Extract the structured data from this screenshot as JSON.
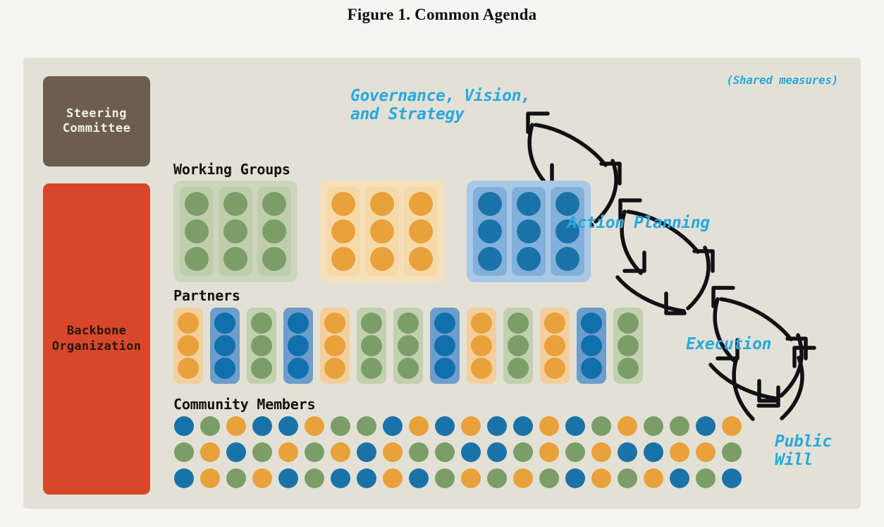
{
  "figure": {
    "title": "Figure 1. Common Agenda"
  },
  "panel": {
    "background": "#e3e1d6",
    "shared_measures_note": "(Shared measures)"
  },
  "left_column": {
    "steering_committee": {
      "label": "Steering\nCommittee",
      "color": "#6c5d4e",
      "text_color": "#f3efe6"
    },
    "backbone_organization": {
      "label": "Backbone\nOrganization",
      "color": "#d9472b",
      "text_color": "#24170f"
    }
  },
  "sections": {
    "working_groups": {
      "heading": "Working Groups",
      "groups": [
        {
          "color": "green",
          "columns": 3,
          "dots_per_column": 3
        },
        {
          "color": "orange",
          "columns": 3,
          "dots_per_column": 3
        },
        {
          "color": "blue",
          "columns": 3,
          "dots_per_column": 3
        }
      ]
    },
    "partners": {
      "heading": "Partners",
      "columns": [
        "orange",
        "blue",
        "green",
        "blue",
        "orange",
        "green",
        "green",
        "blue",
        "orange",
        "green",
        "orange",
        "blue",
        "green"
      ],
      "dots_per_column": 3
    },
    "community_members": {
      "heading": "Community Members",
      "rows": [
        [
          "blue",
          "green",
          "orange",
          "blue",
          "blue",
          "orange",
          "green",
          "green",
          "blue",
          "orange",
          "blue",
          "orange",
          "blue",
          "blue",
          "orange",
          "blue",
          "green",
          "orange",
          "green",
          "green",
          "blue",
          "orange"
        ],
        [
          "green",
          "orange",
          "blue",
          "green",
          "orange",
          "green",
          "orange",
          "blue",
          "orange",
          "green",
          "green",
          "blue",
          "blue",
          "green",
          "orange",
          "green",
          "orange",
          "blue",
          "blue",
          "orange",
          "orange",
          "green"
        ],
        [
          "blue",
          "orange",
          "green",
          "orange",
          "blue",
          "green",
          "blue",
          "blue",
          "orange",
          "blue",
          "green",
          "orange",
          "green",
          "orange",
          "green",
          "blue",
          "orange",
          "green",
          "orange",
          "blue",
          "green",
          "blue"
        ]
      ]
    }
  },
  "cycle": {
    "accent_color": "#29a8df",
    "stages": [
      {
        "id": "governance",
        "label": "Governance, Vision,\nand Strategy"
      },
      {
        "id": "action-planning",
        "label": "Action Planning"
      },
      {
        "id": "execution",
        "label": "Execution"
      },
      {
        "id": "public-will",
        "label": "Public\nWill"
      }
    ]
  },
  "palette": {
    "blue": "#1a73a8",
    "green": "#7b9e68",
    "orange": "#e9a13b",
    "brown": "#6c5d4e",
    "red": "#d9472b",
    "page_background": "#f5f5f3"
  }
}
